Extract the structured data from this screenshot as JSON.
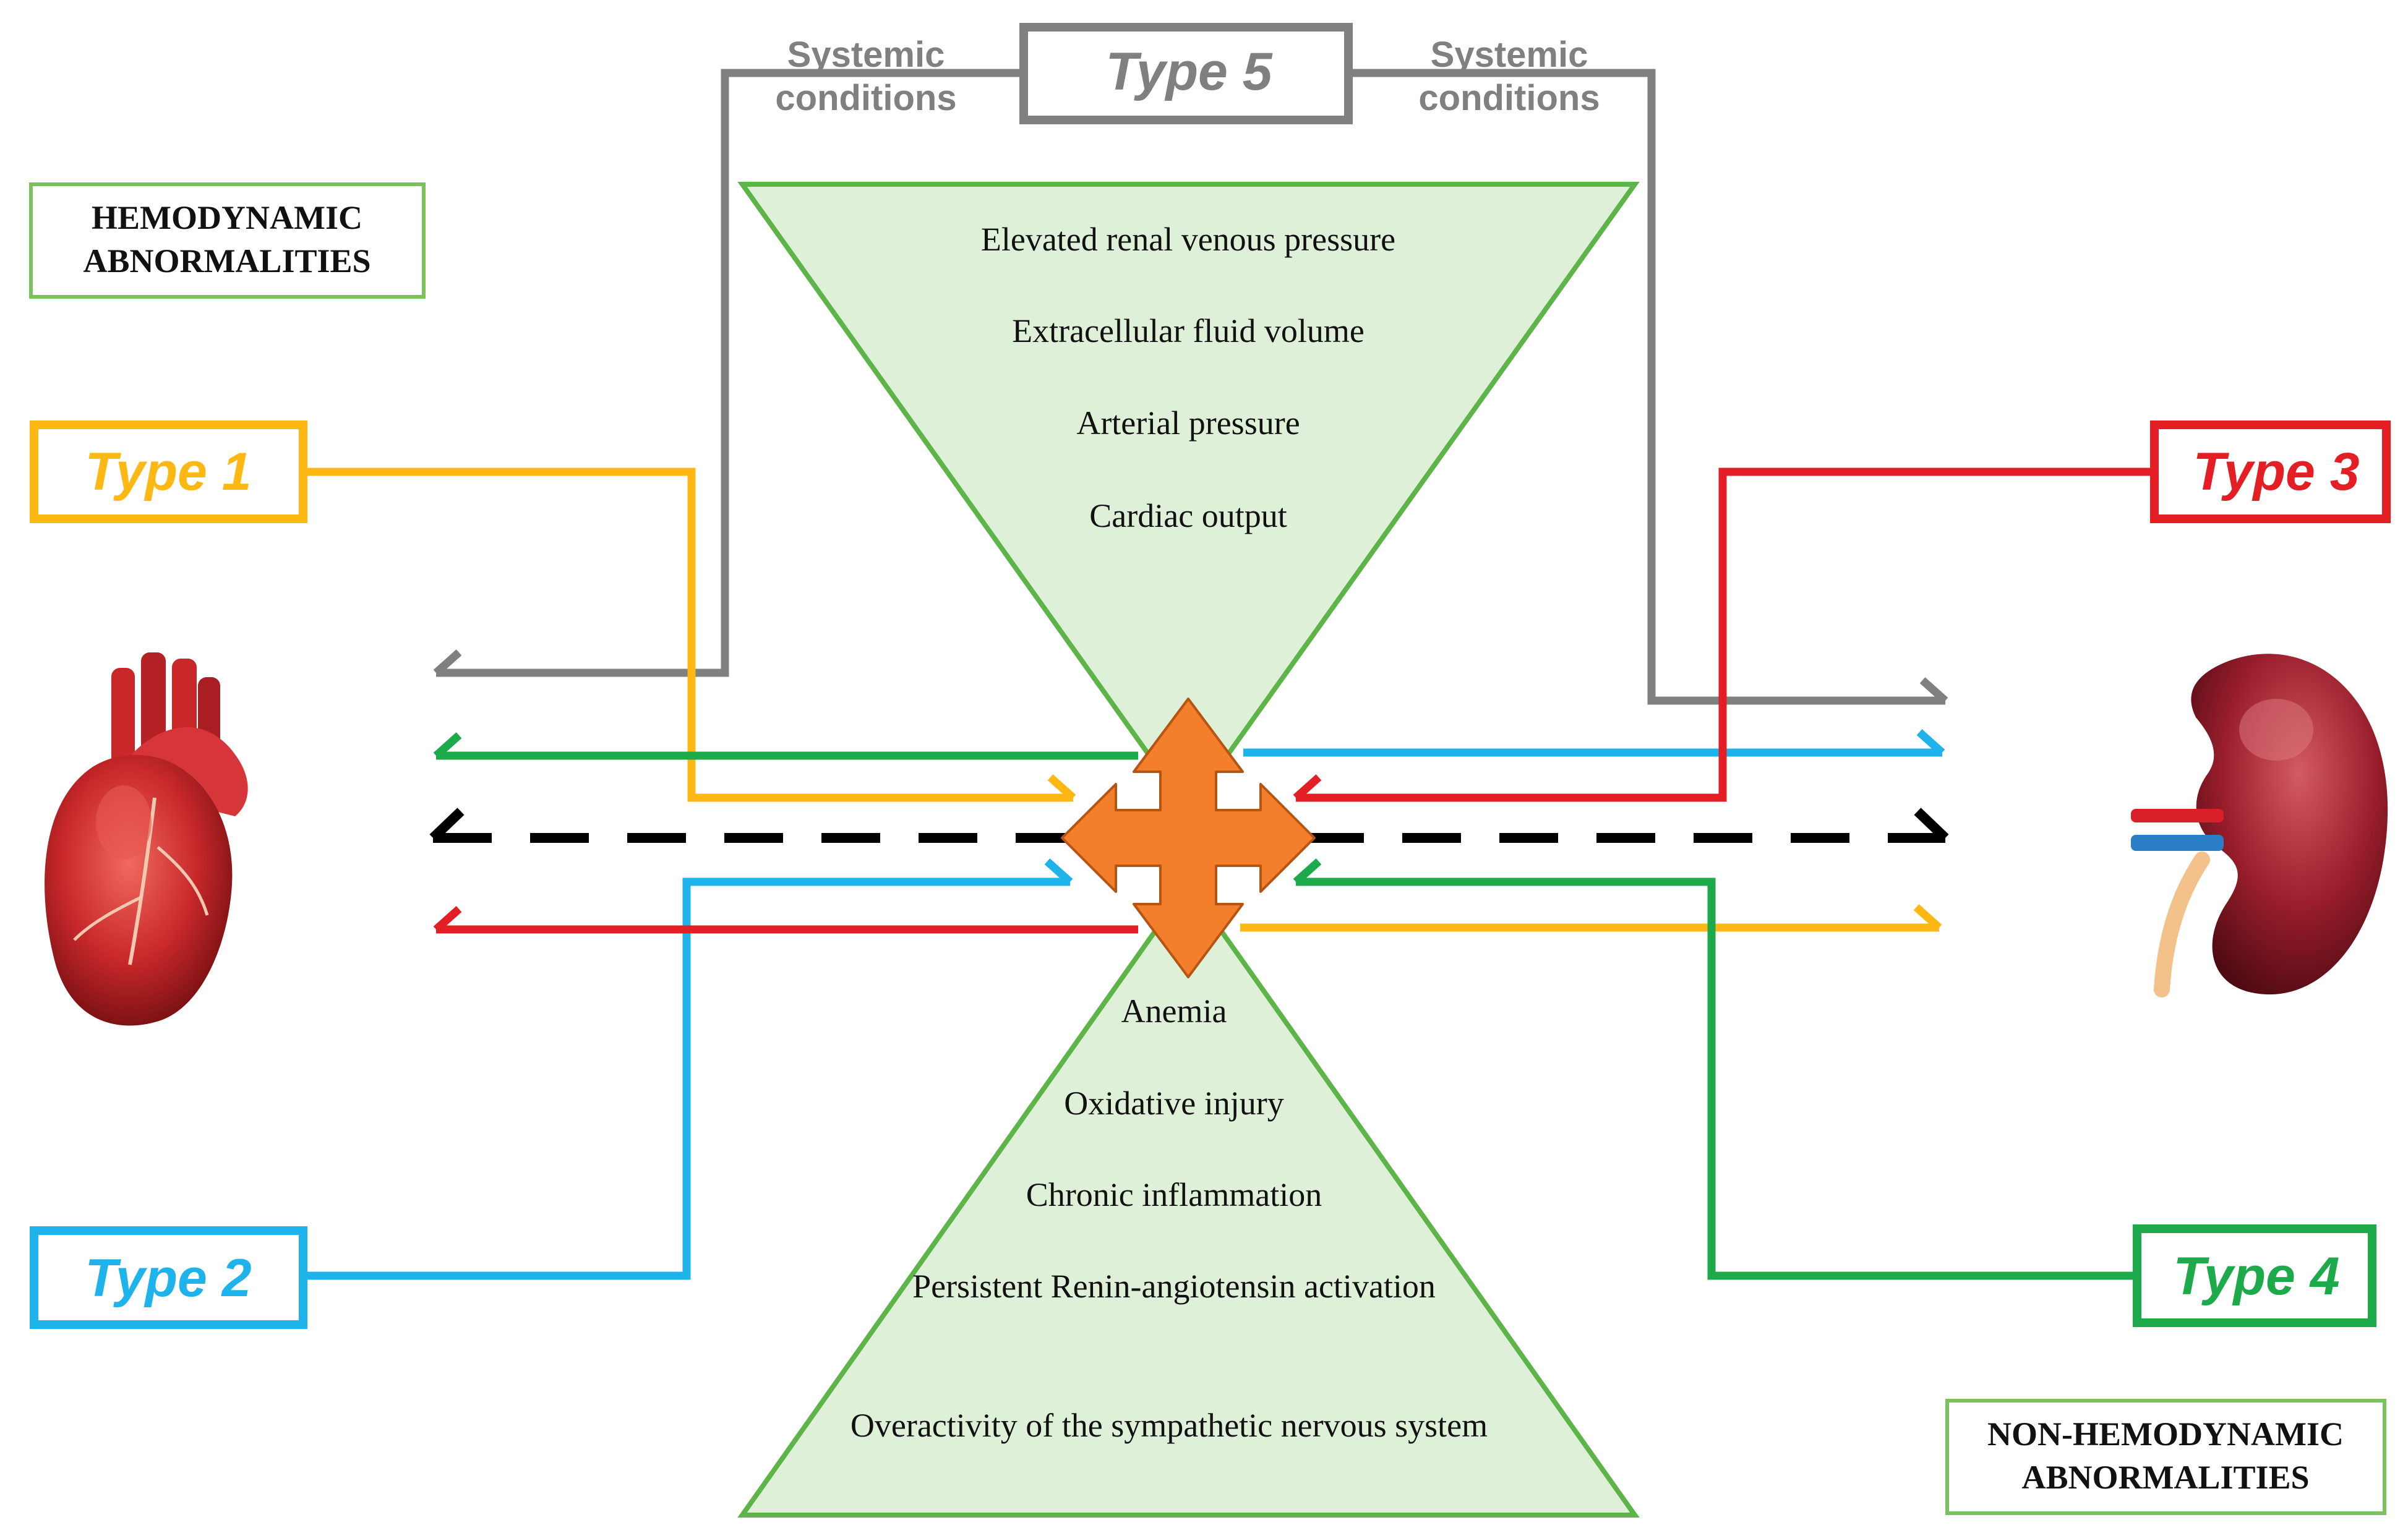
{
  "labels": {
    "hemodynamic": [
      "HEMODYNAMIC",
      "ABNORMALITIES"
    ],
    "non_hemodynamic": [
      "NON-HEMODYNAMIC",
      "ABNORMALITIES"
    ]
  },
  "types": {
    "type1": "Type 1",
    "type2": "Type 2",
    "type3": "Type 3",
    "type4": "Type 4",
    "type5": "Type 5"
  },
  "systemic": {
    "left": [
      "Systemic",
      "conditions"
    ],
    "right": [
      "Systemic",
      "conditions"
    ]
  },
  "upper_triangle": [
    "Elevated renal venous pressure",
    "Extracellular fluid volume",
    "Arterial pressure",
    "Cardiac output"
  ],
  "lower_triangle": [
    "Anemia",
    "Oxidative injury",
    "Chronic inflammation",
    "Persistent Renin-angiotensin activation",
    "Overactivity of the sympathetic nervous system"
  ],
  "organs": {
    "left": "heart-icon",
    "right": "kidney-icon"
  },
  "colors": {
    "type1": "#FDB813",
    "type2": "#1EB3EA",
    "type3": "#E31E24",
    "type4": "#1DAA4A",
    "type5": "#808080",
    "triangle_fill": "#DFF0D8",
    "triangle_stroke": "#5DB54A",
    "center_arrow": "#F37F2D",
    "label_box": "#7CC160"
  }
}
